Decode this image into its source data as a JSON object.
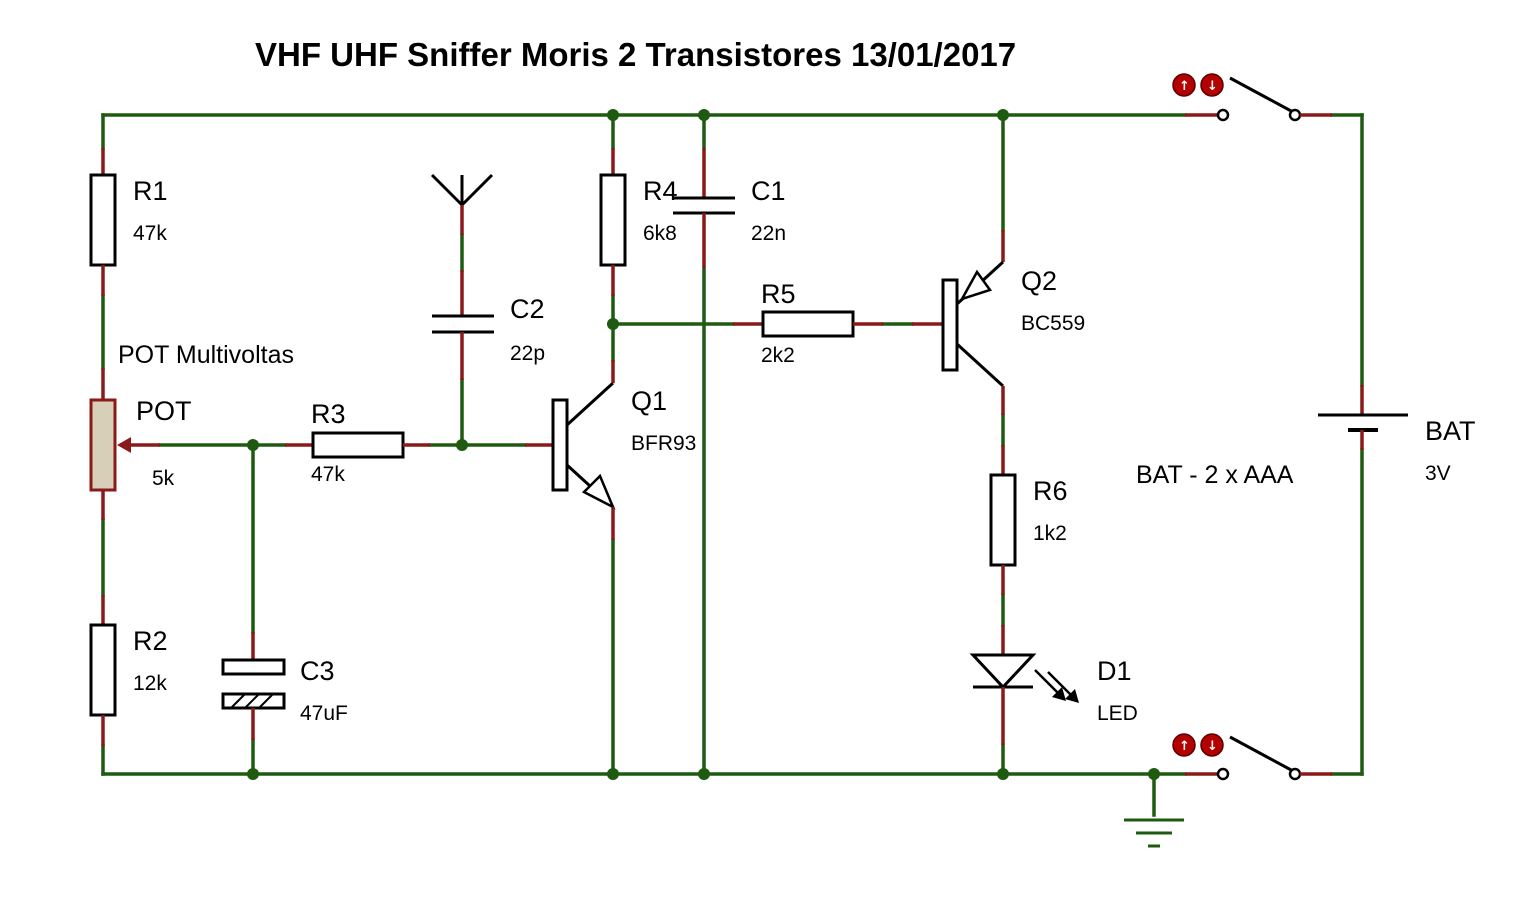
{
  "title": "VHF UHF Sniffer Moris 2 Transistores 13/01/2017",
  "notes": {
    "pot_note": "POT Multivoltas",
    "bat_note": "BAT - 2 x AAA"
  },
  "components": {
    "R1": {
      "name": "R1",
      "value": "47k"
    },
    "R2": {
      "name": "R2",
      "value": "12k"
    },
    "R3": {
      "name": "R3",
      "value": "47k"
    },
    "R4": {
      "name": "R4",
      "value": "6k8"
    },
    "R5": {
      "name": "R5",
      "value": "2k2"
    },
    "R6": {
      "name": "R6",
      "value": "1k2"
    },
    "C1": {
      "name": "C1",
      "value": "22n"
    },
    "C2": {
      "name": "C2",
      "value": "22p"
    },
    "C3": {
      "name": "C3",
      "value": "47uF"
    },
    "Q1": {
      "name": "Q1",
      "value": "BFR93"
    },
    "Q2": {
      "name": "Q2",
      "value": "BC559"
    },
    "POT": {
      "name": "POT",
      "value": "5k"
    },
    "D1": {
      "name": "D1",
      "value": "LED"
    },
    "BAT": {
      "name": "BAT",
      "value": "3V"
    }
  },
  "probe_icons": [
    "arrow-up-probe-icon",
    "arrow-down-probe-icon"
  ],
  "colors": {
    "wire": "#1e5a10",
    "pin": "#8a1a1a",
    "pot_body": "#d8cfb8",
    "probe": "#b30000"
  }
}
